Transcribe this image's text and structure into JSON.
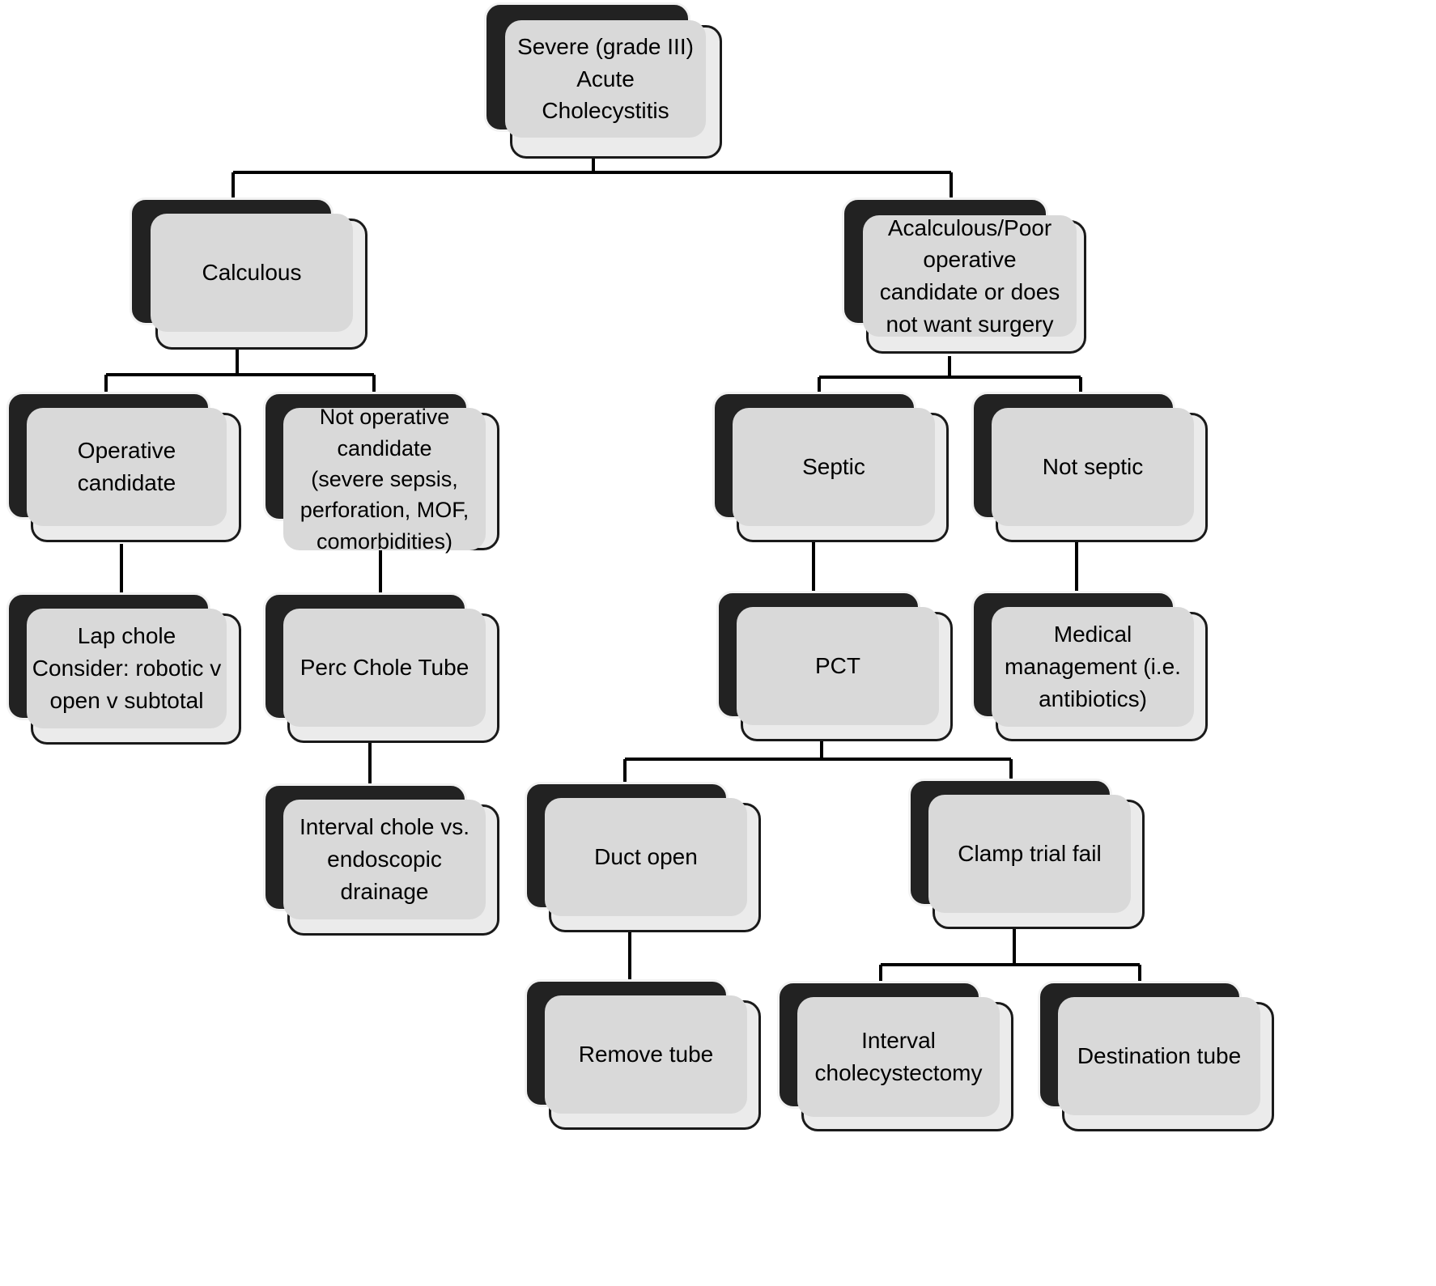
{
  "diagram": {
    "title": "Severe (grade III) Acute Cholecystitis management algorithm",
    "type": "flowchart",
    "colors": {
      "shadow_back": "#222222",
      "node_fill": "#d9d9d9",
      "node_front": "#ebebeb",
      "outline": "#1a1a1a",
      "connector": "#000000",
      "background": "#ffffff",
      "text": "#000000"
    },
    "nodes": [
      {
        "id": "root",
        "lines": [
          "Severe (grade III)",
          "Acute Cholecystitis"
        ]
      },
      {
        "id": "calculous",
        "lines": [
          "Calculous"
        ]
      },
      {
        "id": "acalculous",
        "lines": [
          "Acalculous/Poor",
          "operative",
          "candidate or does",
          "not want surgery"
        ]
      },
      {
        "id": "op-cand",
        "lines": [
          "Operative",
          "candidate"
        ]
      },
      {
        "id": "not-op",
        "lines": [
          "Not operative",
          "candidate",
          "(severe sepsis,",
          "perforation, MOF,",
          "comorbidities)"
        ]
      },
      {
        "id": "septic",
        "lines": [
          "Septic"
        ]
      },
      {
        "id": "not-septic",
        "lines": [
          "Not septic"
        ]
      },
      {
        "id": "lap-chole",
        "lines": [
          "Lap chole",
          "Consider: robotic v",
          "open v subtotal"
        ]
      },
      {
        "id": "perc-tube",
        "lines": [
          "Perc Chole Tube"
        ]
      },
      {
        "id": "pct",
        "lines": [
          "PCT"
        ]
      },
      {
        "id": "medical",
        "lines": [
          "Medical",
          "management (i.e.",
          "antibiotics)"
        ]
      },
      {
        "id": "interval-endo",
        "lines": [
          "Interval chole vs.",
          "endoscopic",
          "drainage"
        ]
      },
      {
        "id": "duct-open",
        "lines": [
          "Duct open"
        ]
      },
      {
        "id": "clamp-fail",
        "lines": [
          "Clamp trial fail"
        ]
      },
      {
        "id": "remove-tube",
        "lines": [
          "Remove tube"
        ]
      },
      {
        "id": "interval-chole",
        "lines": [
          "Interval",
          "cholecystectomy"
        ]
      },
      {
        "id": "dest-tube",
        "lines": [
          "Destination tube"
        ]
      }
    ],
    "edges": [
      {
        "from": "root",
        "to": "calculous"
      },
      {
        "from": "root",
        "to": "acalculous"
      },
      {
        "from": "calculous",
        "to": "op-cand"
      },
      {
        "from": "calculous",
        "to": "not-op"
      },
      {
        "from": "acalculous",
        "to": "septic"
      },
      {
        "from": "acalculous",
        "to": "not-septic"
      },
      {
        "from": "op-cand",
        "to": "lap-chole"
      },
      {
        "from": "not-op",
        "to": "perc-tube"
      },
      {
        "from": "septic",
        "to": "pct"
      },
      {
        "from": "not-septic",
        "to": "medical"
      },
      {
        "from": "perc-tube",
        "to": "interval-endo"
      },
      {
        "from": "pct",
        "to": "duct-open"
      },
      {
        "from": "pct",
        "to": "clamp-fail"
      },
      {
        "from": "duct-open",
        "to": "remove-tube"
      },
      {
        "from": "clamp-fail",
        "to": "interval-chole"
      },
      {
        "from": "clamp-fail",
        "to": "dest-tube"
      }
    ]
  }
}
